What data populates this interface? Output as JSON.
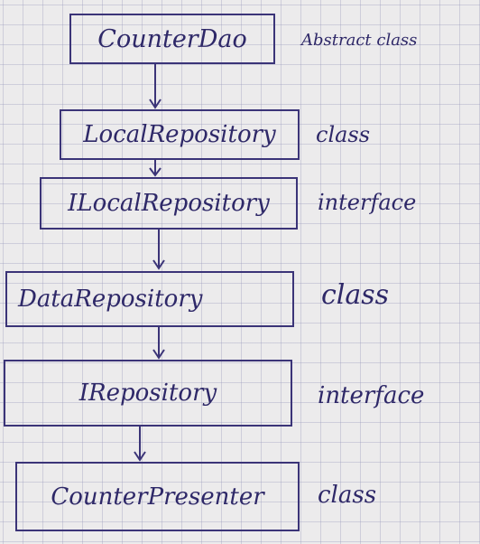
{
  "diagram": {
    "nodes": [
      {
        "label": "CounterDao",
        "tag": "Abstract class"
      },
      {
        "label": "LocalRepository",
        "tag": "class"
      },
      {
        "label": "ILocalRepository",
        "tag": "interface"
      },
      {
        "label": "DataRepository",
        "tag": "class"
      },
      {
        "label": "IRepository",
        "tag": "interface"
      },
      {
        "label": "CounterPresenter",
        "tag": "class"
      }
    ]
  }
}
